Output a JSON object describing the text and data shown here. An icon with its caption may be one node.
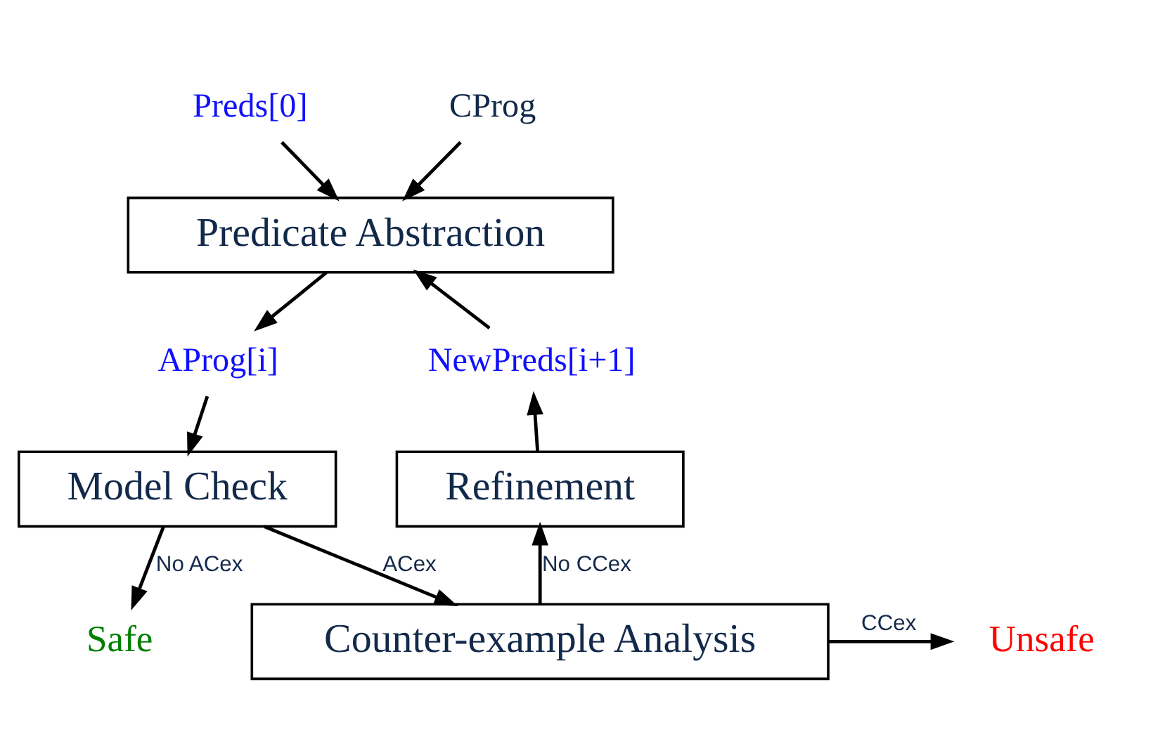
{
  "diagram": {
    "nodes": [
      {
        "text": [
          "Preds[0]"
        ]
      },
      {
        "text": [
          "CProg"
        ]
      },
      {
        "text": [
          "Predicate Abstraction"
        ]
      },
      {
        "text": [
          "AProg[i]"
        ]
      },
      {
        "text": [
          "Model Check"
        ]
      },
      {
        "text": [
          "Counter-example Analysis"
        ]
      },
      {
        "text": [
          "Safe"
        ]
      },
      {
        "text": [
          "Unsafe"
        ]
      },
      {
        "text": [
          "Refinement"
        ]
      },
      {
        "text": [
          "NewPreds[i+1]"
        ]
      }
    ],
    "edges": [
      {
        "from": 0,
        "to": 2,
        "arrow": "to"
      },
      {
        "from": 1,
        "to": 2,
        "arrow": "to"
      },
      {
        "from": 2,
        "to": 3,
        "arrow": "to"
      },
      {
        "from": 3,
        "to": 4,
        "arrow": "to"
      },
      {
        "from": 4,
        "to": 6,
        "arrow": "to",
        "label": "No ACex"
      },
      {
        "from": 4,
        "to": 5,
        "arrow": "to",
        "label": "ACex"
      },
      {
        "from": 5,
        "to": 8,
        "arrow": "to",
        "label": "No CCex"
      },
      {
        "from": 5,
        "to": 7,
        "arrow": "to",
        "label": "CCex"
      },
      {
        "from": 8,
        "to": 9,
        "arrow": "to"
      },
      {
        "from": 9,
        "to": 2,
        "arrow": "to"
      }
    ]
  }
}
